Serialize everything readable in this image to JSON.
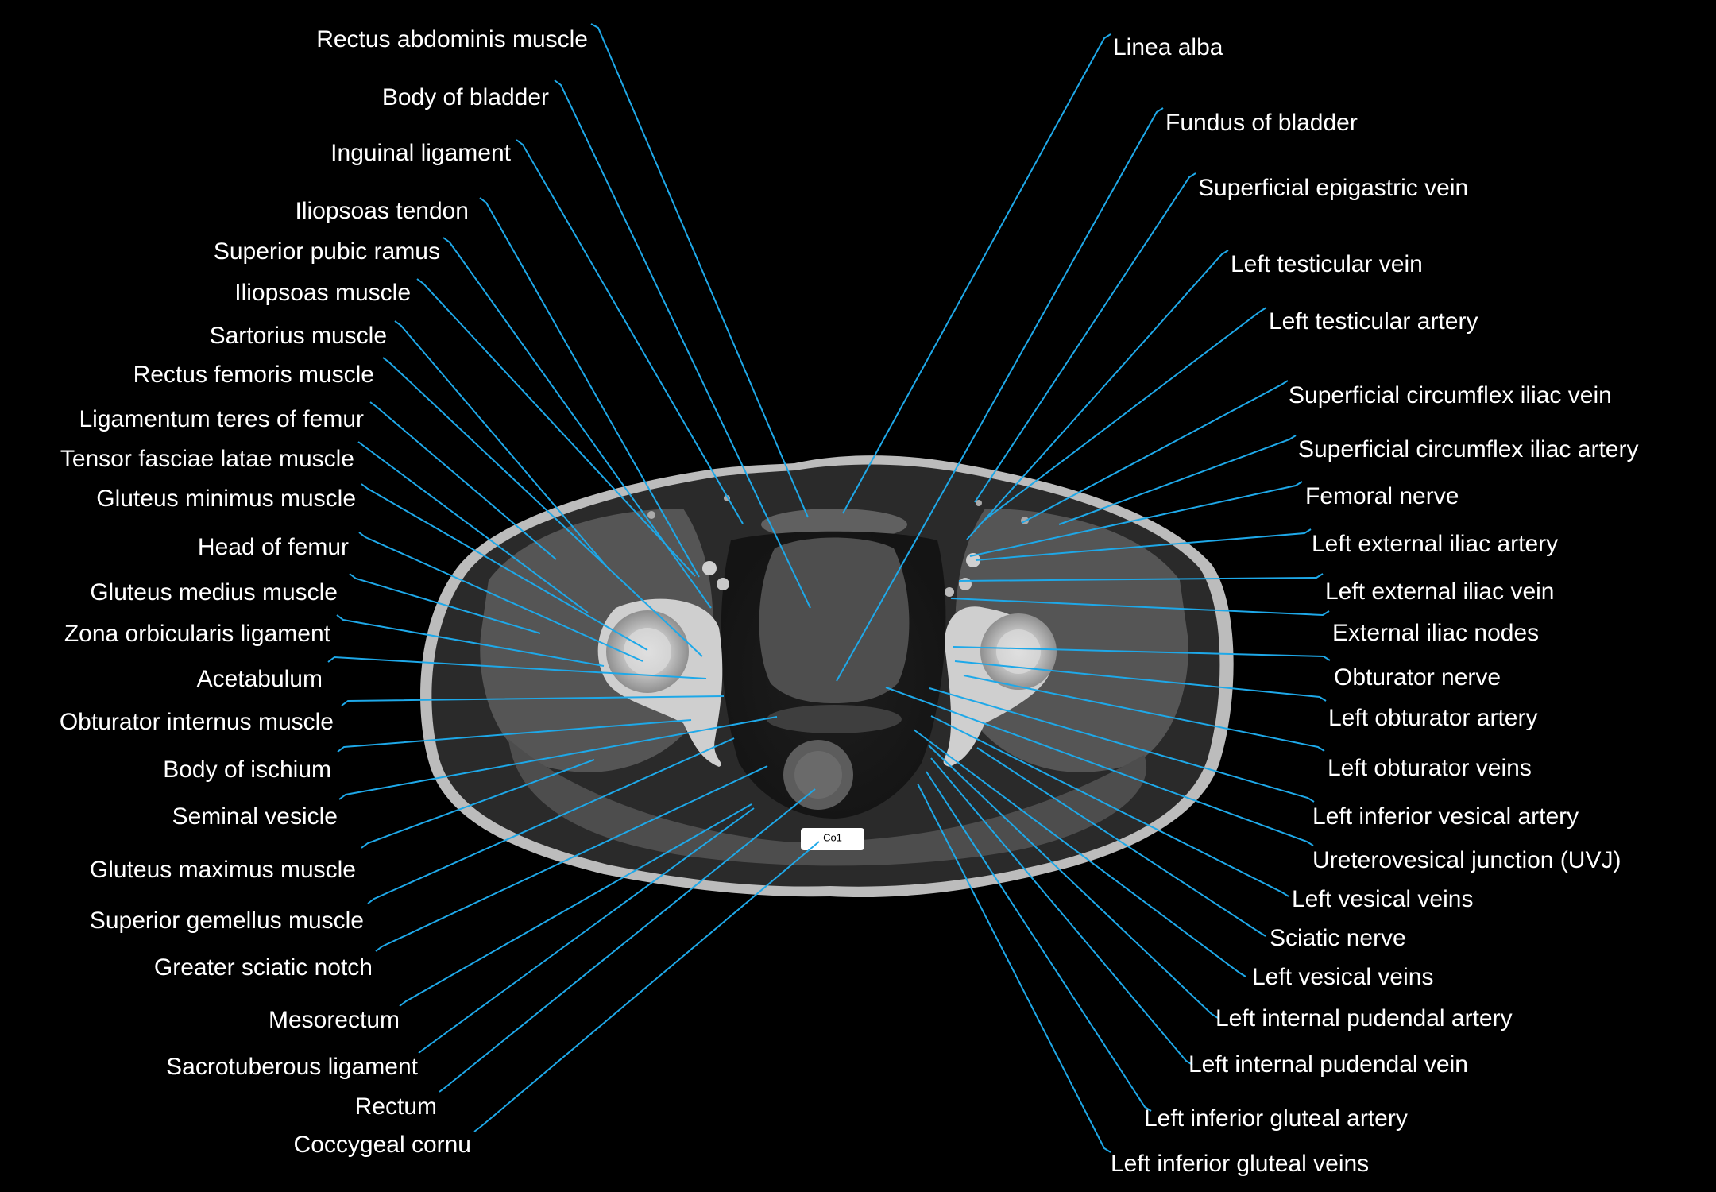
{
  "left_labels": [
    "Rectus abdominis muscle",
    "Body of bladder",
    "Inguinal ligament",
    "Iliopsoas tendon",
    "Superior pubic ramus",
    "Iliopsoas muscle",
    "Sartorius muscle",
    "Rectus femoris muscle",
    "Ligamentum teres of femur",
    "Tensor fasciae latae muscle",
    "Gluteus minimus muscle",
    "Head of femur",
    "Gluteus medius muscle",
    "Zona orbicularis ligament",
    "Acetabulum",
    "Obturator internus muscle",
    "Body of ischium",
    "Seminal vesicle",
    "Gluteus maximus muscle",
    "Superior gemellus muscle",
    "Greater sciatic notch",
    "Mesorectum",
    "Sacrotuberous ligament",
    "Rectum",
    "Coccygeal cornu"
  ],
  "right_labels": [
    "Linea alba",
    "Fundus of bladder",
    "Superficial epigastric vein",
    "Left testicular vein",
    "Left testicular artery",
    "Superficial circumflex iliac vein",
    "Superficial circumflex iliac artery",
    "Femoral nerve",
    "Left external iliac artery",
    "Left external iliac vein",
    "External iliac nodes",
    "Obturator nerve",
    "Left obturator artery",
    "Left obturator veins",
    "Left inferior vesical artery",
    "Ureterovesical junction (UVJ)",
    "Left vesical veins",
    "Sciatic nerve",
    "Left vesical veins",
    "Left internal pudendal artery",
    "Left internal pudendal vein",
    "Left inferior gluteal artery",
    "Left inferior gluteal veins"
  ],
  "vertebra_marker": "Co1",
  "colors": {
    "background": "#000000",
    "leader": "#1ea8e8",
    "label": "#ffffff"
  }
}
